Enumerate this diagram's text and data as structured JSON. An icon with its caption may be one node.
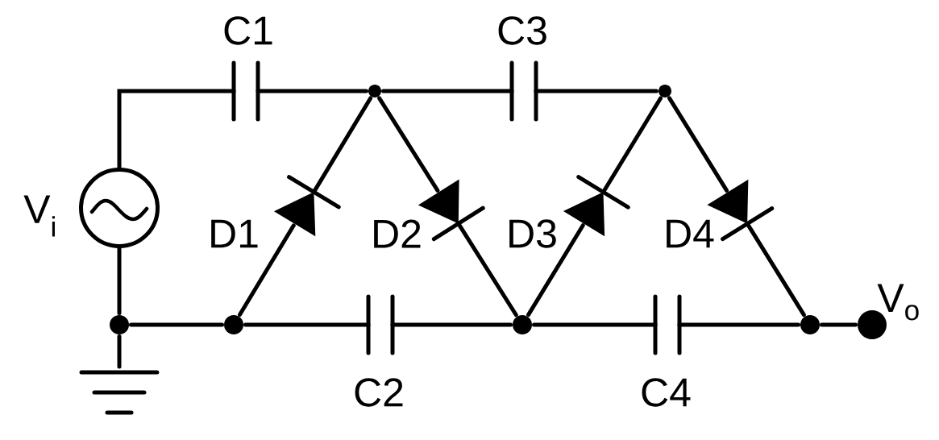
{
  "diagram": {
    "nodes": [
      {
        "text": [],
        "shape": "circle",
        "beside": [
          "V$_{i}$"
        ]
      },
      {
        "text": [],
        "shape": "capacitor",
        "beside": [
          "C1"
        ]
      },
      {
        "text": [],
        "shape": "dot"
      },
      {
        "text": [],
        "shape": "capacitor",
        "beside": [
          "C3"
        ]
      },
      {
        "text": [],
        "shape": "dot"
      },
      {
        "text": [],
        "shape": "dot"
      },
      {
        "text": [],
        "shape": "dot"
      },
      {
        "text": [],
        "shape": "capacitor",
        "beside": [
          "C2"
        ]
      },
      {
        "text": [],
        "shape": "dot"
      },
      {
        "text": [],
        "shape": "capacitor",
        "beside": [
          "C4"
        ]
      },
      {
        "text": [],
        "shape": "dot"
      },
      {
        "text": [],
        "shape": "dot",
        "beside": [
          "V$_{o}$"
        ]
      },
      {
        "text": [],
        "shape": "diode",
        "beside": [
          "D1"
        ]
      },
      {
        "text": [],
        "shape": "diode",
        "beside": [
          "D2"
        ]
      },
      {
        "text": [],
        "shape": "diode",
        "beside": [
          "D3"
        ]
      },
      {
        "text": [],
        "shape": "diode",
        "beside": [
          "D4"
        ]
      },
      {
        "text": [],
        "shape": "ground"
      }
    ],
    "edges": [
      {
        "from": 0,
        "to": 1,
        "arrow": "none"
      },
      {
        "from": 1,
        "to": 2,
        "arrow": "none"
      },
      {
        "from": 2,
        "to": 3,
        "arrow": "none"
      },
      {
        "from": 3,
        "to": 4,
        "arrow": "none"
      },
      {
        "from": 0,
        "to": 5,
        "arrow": "none"
      },
      {
        "from": 5,
        "to": 6,
        "arrow": "none"
      },
      {
        "from": 6,
        "to": 7,
        "arrow": "none"
      },
      {
        "from": 7,
        "to": 8,
        "arrow": "none"
      },
      {
        "from": 8,
        "to": 9,
        "arrow": "none"
      },
      {
        "from": 9,
        "to": 10,
        "arrow": "none"
      },
      {
        "from": 10,
        "to": 11,
        "arrow": "none"
      },
      {
        "from": 5,
        "to": 16,
        "arrow": "none"
      },
      {
        "from": 6,
        "to": 12,
        "arrow": "none"
      },
      {
        "from": 12,
        "to": 2,
        "arrow": "none"
      },
      {
        "from": 2,
        "to": 13,
        "arrow": "none"
      },
      {
        "from": 13,
        "to": 8,
        "arrow": "none"
      },
      {
        "from": 8,
        "to": 14,
        "arrow": "none"
      },
      {
        "from": 14,
        "to": 4,
        "arrow": "none"
      },
      {
        "from": 4,
        "to": 15,
        "arrow": "none"
      },
      {
        "from": 15,
        "to": 10,
        "arrow": "none"
      }
    ]
  }
}
